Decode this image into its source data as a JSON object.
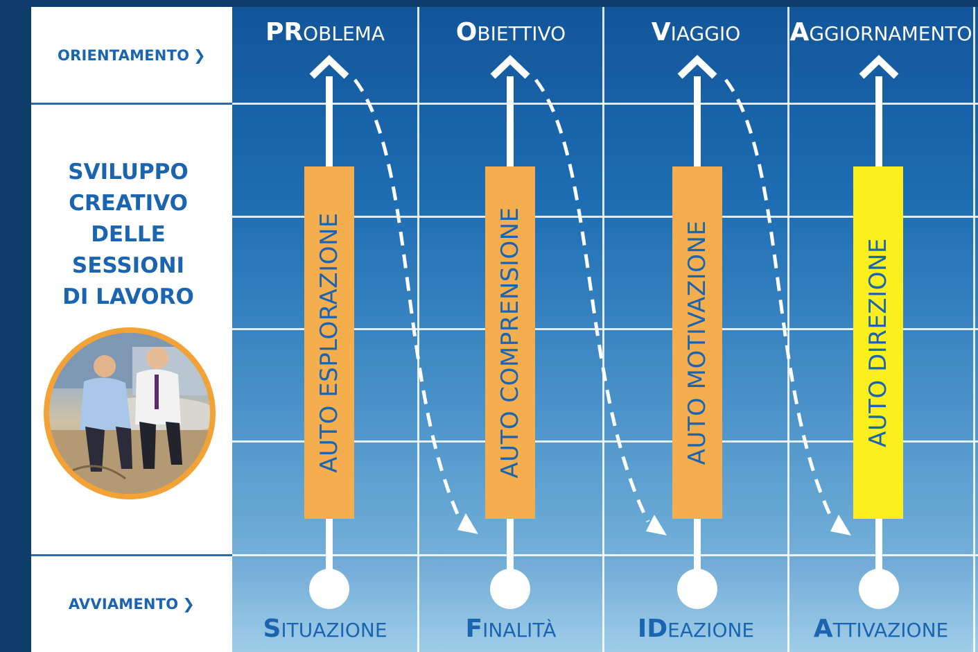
{
  "row_labels": {
    "top": "ORIENTAMENTO",
    "bottom": "AVVIAMENTO",
    "chevron": "❯"
  },
  "center_title": [
    "SVILUPPO",
    "CREATIVO",
    "DELLE",
    "SESSIONI",
    "DI LAVORO"
  ],
  "photo": {
    "icon": "people-photo-icon"
  },
  "columns": [
    {
      "top_initial": "PR",
      "top_rest": "OBLEMA",
      "bar_text": "AUTO ESPLORAZIONE",
      "bar_color": "#f5ae4e",
      "bottom_initial": "S",
      "bottom_rest": "ITUAZIONE"
    },
    {
      "top_initial": "O",
      "top_rest": "BIETTIVO",
      "bar_text": "AUTO COMPRENSIONE",
      "bar_color": "#f5ae4e",
      "bottom_initial": "F",
      "bottom_rest": "INALITÀ"
    },
    {
      "top_initial": "V",
      "top_rest": "IAGGIO",
      "bar_text": "AUTO MOTIVAZIONE",
      "bar_color": "#f5ae4e",
      "bottom_initial": "ID",
      "bottom_rest": "EAZIONE"
    },
    {
      "top_initial": "A",
      "top_rest": "GGIORNAMENTO",
      "bar_text": "AUTO DIREZIONE",
      "bar_color": "#fbef1e",
      "bottom_initial": "A",
      "bottom_rest": "TTIVAZIONE"
    }
  ],
  "colors": {
    "accent_blue": "#1b64b0",
    "orange": "#f5ae4e",
    "yellow": "#fbef1e",
    "photo_ring": "#f3a236"
  }
}
